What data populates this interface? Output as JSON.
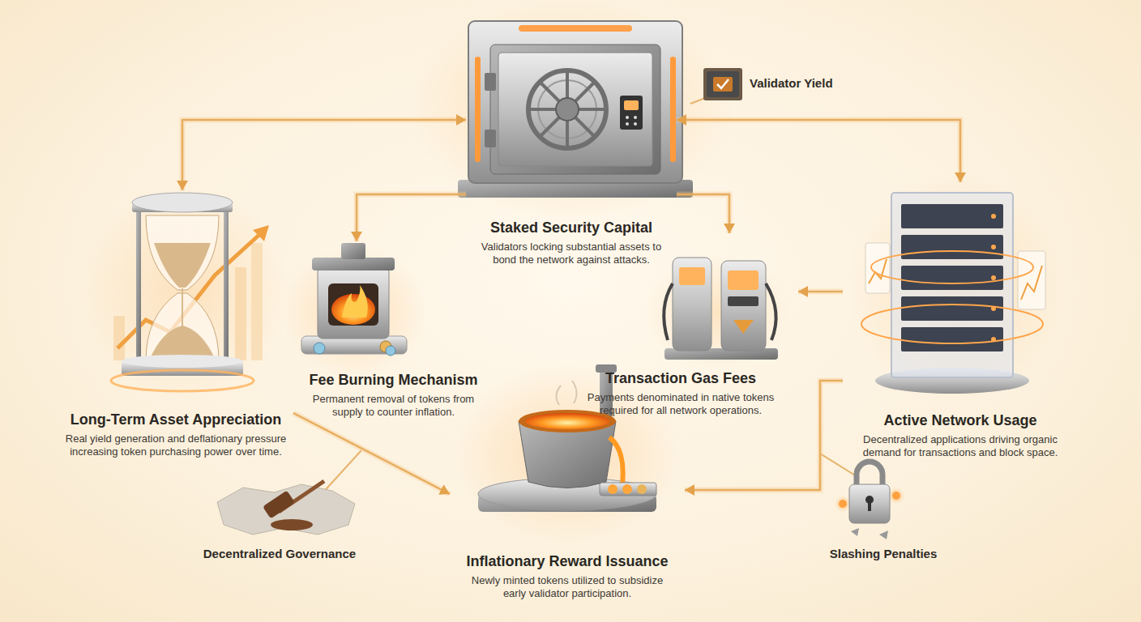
{
  "diagram": {
    "nodes": [
      {
        "text": [
          "Staked Security Capital",
          "Validators locking substantial assets to bond the network against attacks."
        ]
      },
      {
        "text": [
          "Long-Term Asset Appreciation",
          "Real yield generation and deflationary pressure increasing token purchasing power over time."
        ]
      },
      {
        "text": [
          "Fee Burning Mechanism",
          "Permanent removal of tokens from supply to counter inflation."
        ]
      },
      {
        "text": [
          "Transaction Gas Fees",
          "Payments denominated in native tokens required for all network operations."
        ]
      },
      {
        "text": [
          "Active Network Usage",
          "Decentralized applications driving organic demand for transactions and block space."
        ]
      },
      {
        "text": [
          "Inflationary Reward Issuance",
          "Newly minted tokens utilized to subsidize early validator participation."
        ]
      }
    ],
    "edges": [
      {
        "from": 1,
        "to": 0,
        "arrow": "both"
      },
      {
        "from": 0,
        "to": 4,
        "arrow": "both"
      },
      {
        "from": 0,
        "to": 2,
        "arrow": "to"
      },
      {
        "from": 0,
        "to": 3,
        "arrow": "to"
      },
      {
        "from": 4,
        "to": 3,
        "arrow": "to"
      },
      {
        "from": 1,
        "to": 5,
        "arrow": "to"
      },
      {
        "from": 4,
        "to": 5,
        "arrow": "to"
      }
    ],
    "labels": [
      "Validator Yield",
      "Decentralized Governance",
      "Slashing Penalties"
    ]
  }
}
